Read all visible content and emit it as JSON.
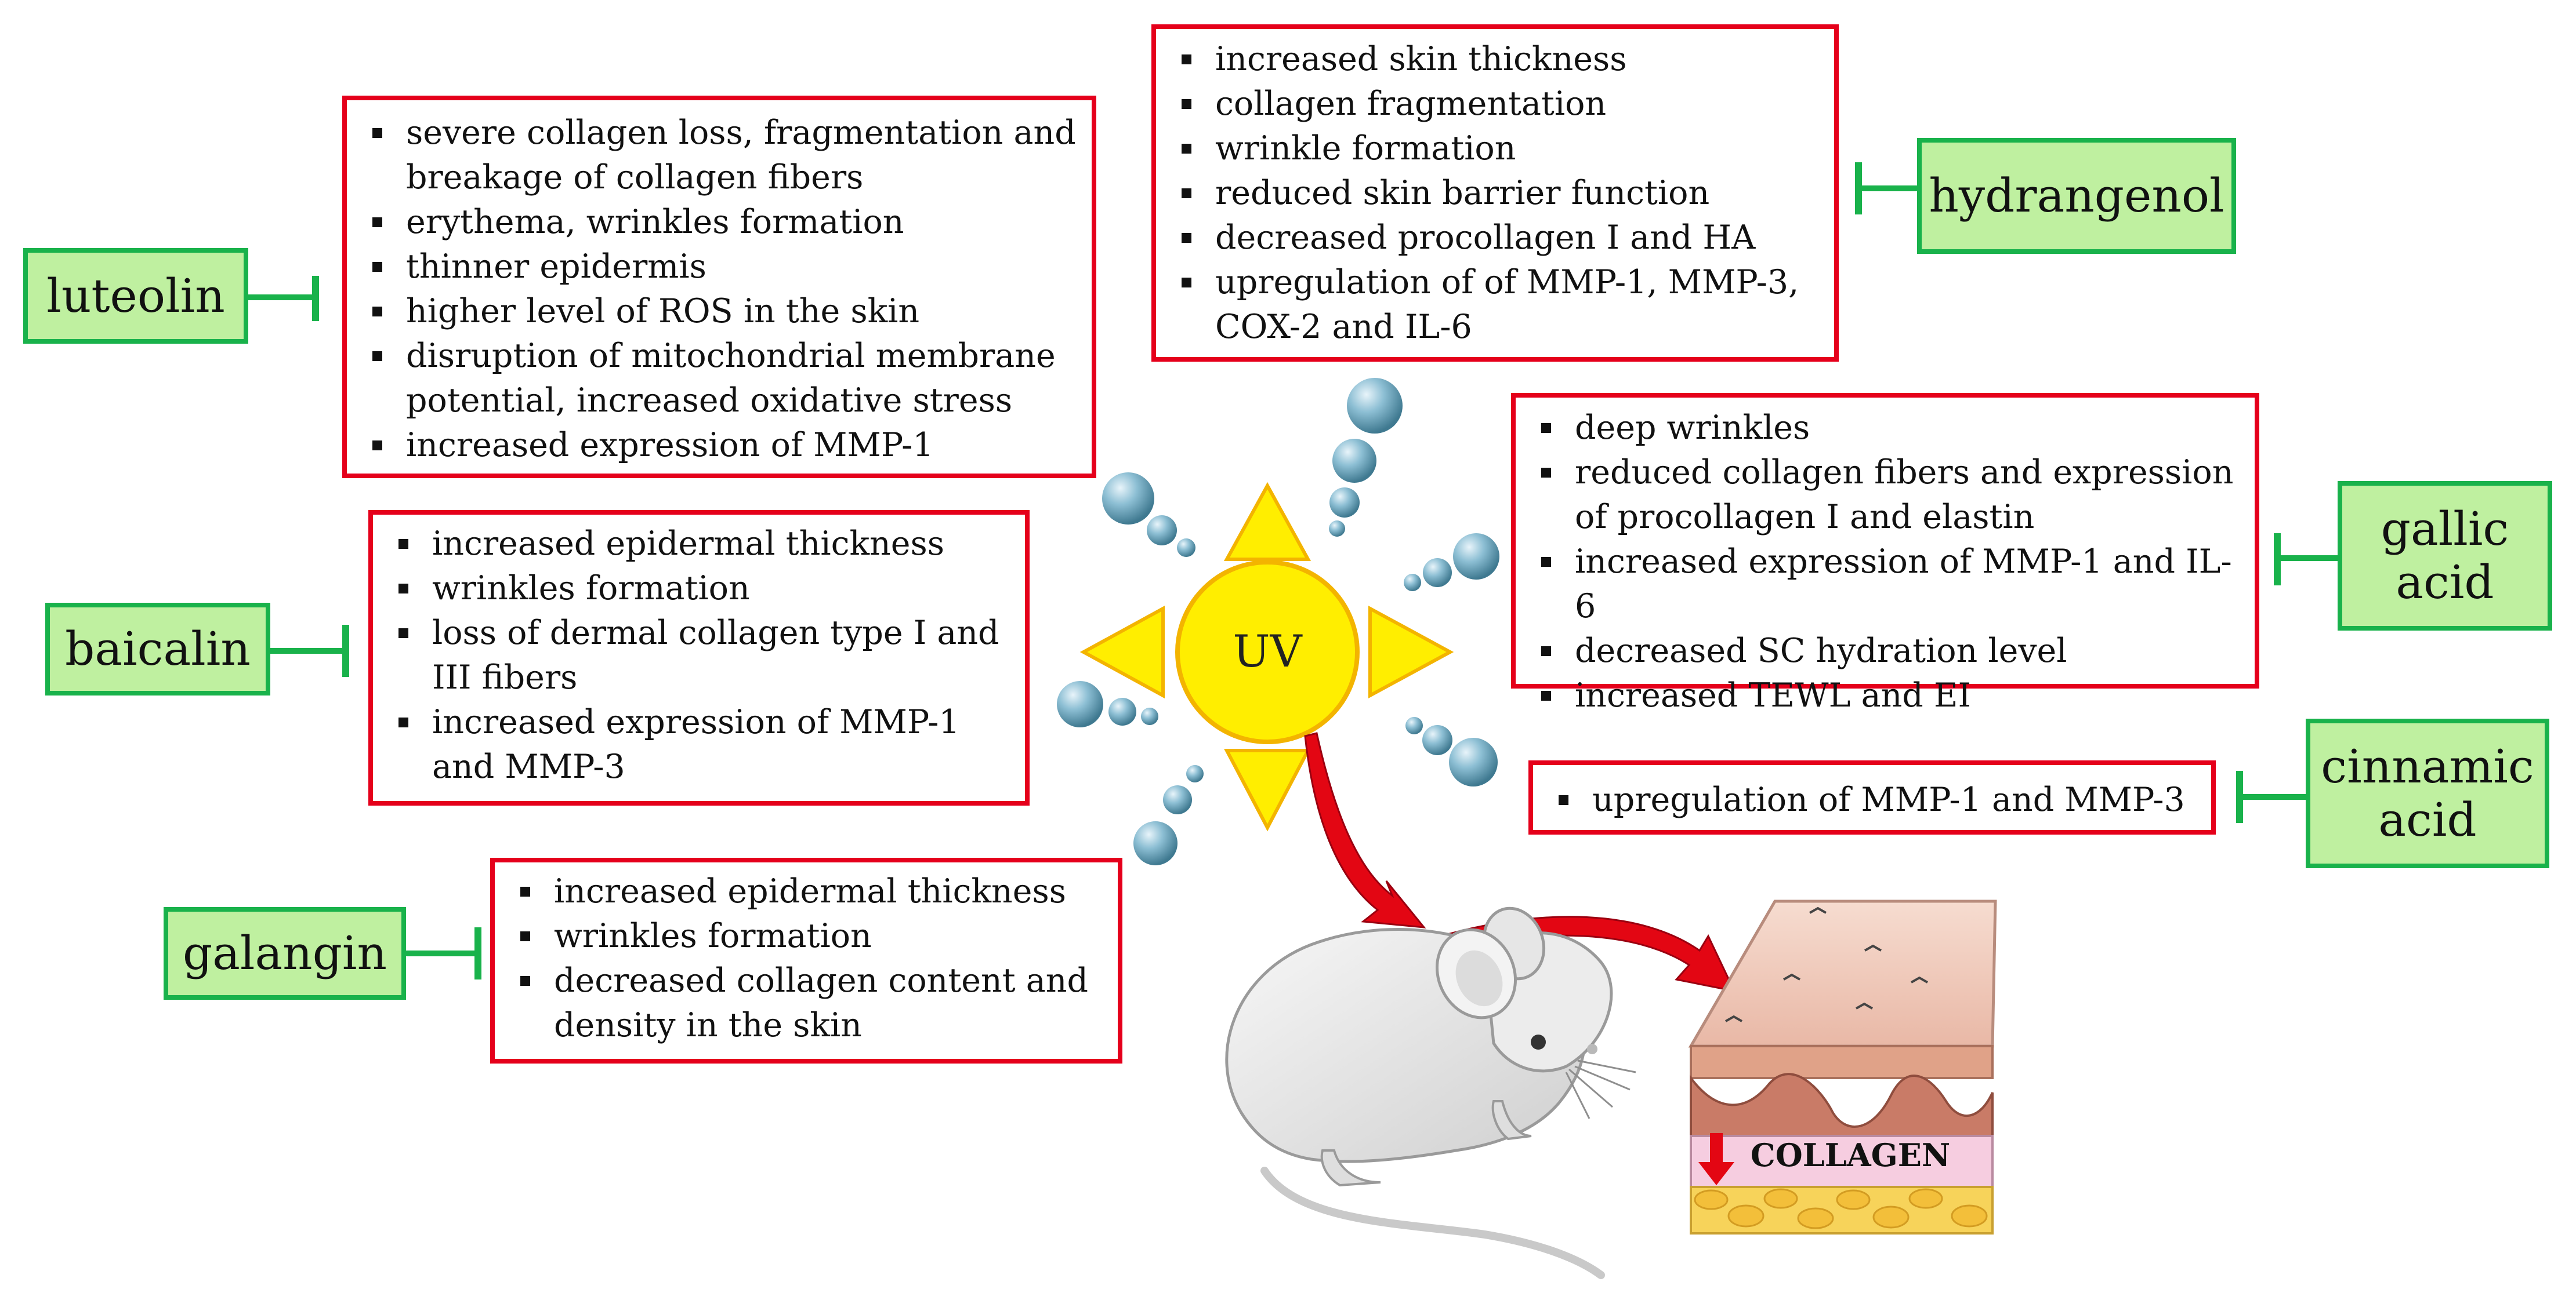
{
  "compounds": {
    "luteolin": "luteolin",
    "baicalin": "baicalin",
    "galangin": "galangin",
    "hydrangenol": "hydrangenol",
    "gallic_acid_1": "gallic",
    "gallic_acid_2": "acid",
    "cinnamic_acid_1": "cinnamic",
    "cinnamic_acid_2": "acid"
  },
  "effects": {
    "luteolin": [
      "severe collagen loss, fragmentation and",
      "breakage of collagen fibers",
      "erythema, wrinkles formation",
      "thinner epidermis",
      "higher level of ROS in the skin",
      "disruption of mitochondrial membrane",
      "potential, increased oxidative stress",
      "increased expression of MMP-1"
    ],
    "baicalin": [
      "increased epidermal thickness",
      "wrinkles formation",
      "loss of dermal collagen type I and",
      "III fibers",
      "increased expression of MMP-1",
      "and MMP-3"
    ],
    "galangin": [
      "increased epidermal thickness",
      "wrinkles formation",
      "decreased collagen content and",
      "density in the skin"
    ],
    "hydrangenol": [
      "increased skin thickness",
      "collagen fragmentation",
      "wrinkle formation",
      "reduced skin barrier function",
      "decreased procollagen I and HA",
      "upregulation of of MMP-1, MMP-3,",
      "COX-2 and IL-6"
    ],
    "gallic_acid": [
      "deep wrinkles",
      "reduced collagen fibers and expression",
      "of procollagen I and elastin",
      "increased expression of MMP-1 and IL-6",
      "decreased SC hydration level",
      "increased TEWL and EI"
    ],
    "cinnamic_acid": [
      "upregulation of MMP-1 and MMP-3"
    ]
  },
  "sun_label": "UV",
  "skin_label": "COLLAGEN",
  "colors": {
    "box_border": "#e5001b",
    "compound_fill": "#bff0a0",
    "compound_border": "#19b24b",
    "sun_fill": "#ffee00",
    "ray_fill": "#ffee00",
    "arrow": "#e30613",
    "bubble": "#7fb0c6"
  }
}
